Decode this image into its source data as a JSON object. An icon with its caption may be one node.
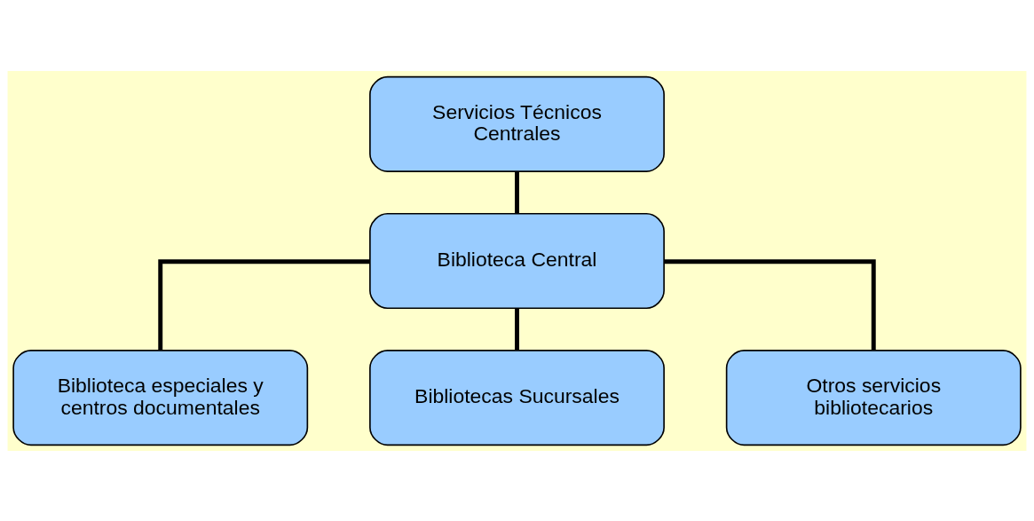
{
  "diagram": {
    "nodes": [
      {
        "text": [
          "Servicios Técnicos Centrales"
        ]
      },
      {
        "text": [
          "Biblioteca Central"
        ]
      },
      {
        "text": [
          "Biblioteca especiales y centros documentales"
        ]
      },
      {
        "text": [
          "Bibliotecas Sucursales"
        ]
      },
      {
        "text": [
          "Otros servicios bibliotecarios"
        ]
      }
    ],
    "edges": [
      {
        "from": 0,
        "to": 1,
        "arrow": "none"
      },
      {
        "from": 1,
        "to": 2,
        "arrow": "none"
      },
      {
        "from": 1,
        "to": 3,
        "arrow": "none"
      },
      {
        "from": 1,
        "to": 4,
        "arrow": "none"
      }
    ]
  }
}
